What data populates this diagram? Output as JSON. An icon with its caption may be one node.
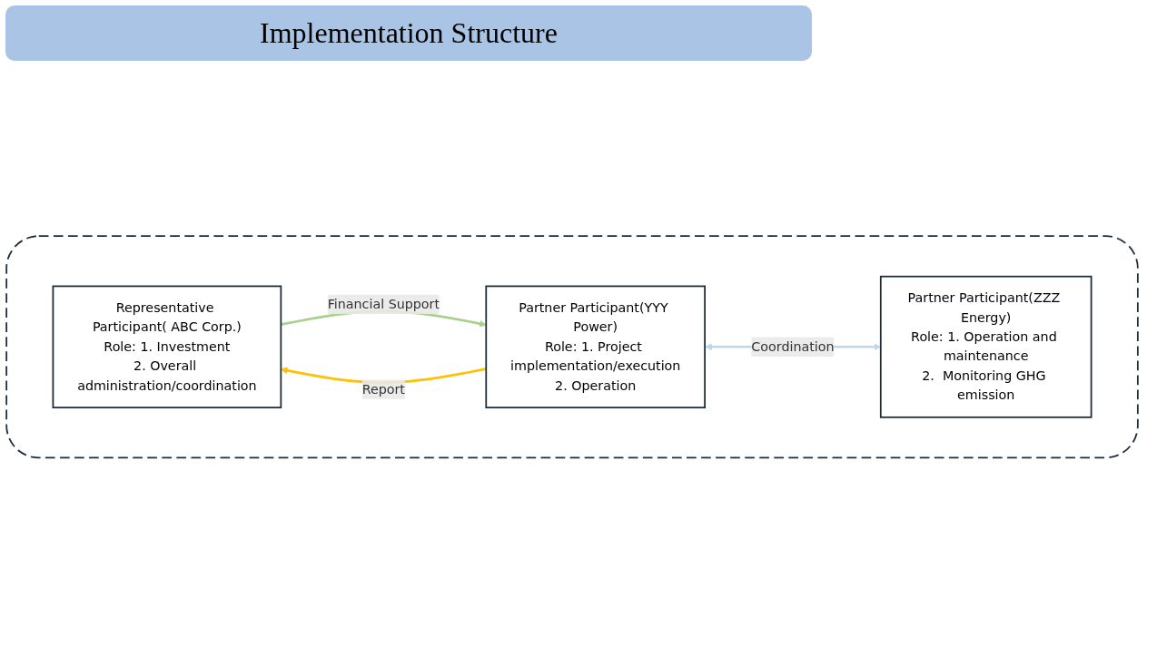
{
  "diagram": {
    "title": "Implementation Structure",
    "nodes": [
      {
        "text": [],
        "shape": "box"
      },
      {
        "text": [
          "Representative Participant( ABC Corp.)",
          "Role: 1. Investment",
          "2. Overall administration/coordination"
        ],
        "in": 0
      },
      {
        "text": [
          "Partner Participant(YYY Power)",
          "Role: 1. Project implementation/execution",
          "2. Operation"
        ],
        "in": 0
      },
      {
        "text": [
          "Partner Participant(ZZZ Energy)",
          "Role: 1. Operation and maintenance",
          "2.  Monitoring GHG emission"
        ],
        "in": 0
      }
    ],
    "edges": [
      {
        "from": 1,
        "to": 2,
        "arrow": "to",
        "label": "Financial Support",
        "color": "#a9d18e"
      },
      {
        "from": 2,
        "to": 1,
        "arrow": "to",
        "label": "Report",
        "color": "#ffc000"
      },
      {
        "from": 2,
        "to": 3,
        "arrow": "both",
        "label": "Coordination",
        "color": "#bdd7ee"
      }
    ]
  }
}
